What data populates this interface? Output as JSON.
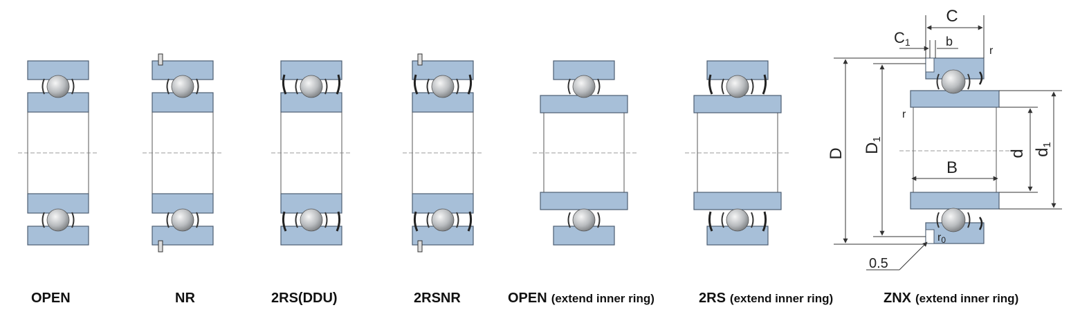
{
  "variants": [
    {
      "type": "OPEN",
      "note": ""
    },
    {
      "type": "NR",
      "note": ""
    },
    {
      "type": "2RS(DDU)",
      "note": ""
    },
    {
      "type": "2RSNR",
      "note": ""
    },
    {
      "type": "OPEN",
      "note": "(extend inner ring)"
    },
    {
      "type": "2RS",
      "note": "(extend inner ring)"
    },
    {
      "type": "ZNX",
      "note": "(extend inner ring)"
    }
  ],
  "dimensions": {
    "outer_diameter": "D",
    "shoulder_diameter": "D",
    "shoulder_sub": "1",
    "bore": "d",
    "inner_shoulder": "d",
    "inner_shoulder_sub": "1",
    "inner_width": "B",
    "outer_width": "C",
    "groove_offset": "C",
    "groove_offset_sub": "1",
    "groove_width": "b",
    "chamfer_r": "r",
    "chamfer_r2": "r",
    "snap_radius": "r",
    "snap_radius_sub": "0",
    "snap_depth": "0.5"
  },
  "colors": {
    "ring_fill": "#a7bfd8",
    "ring_stroke": "#4c5d72",
    "ball_light": "#f5f5f5",
    "ball_dark": "#6f7275",
    "line": "#333333"
  }
}
